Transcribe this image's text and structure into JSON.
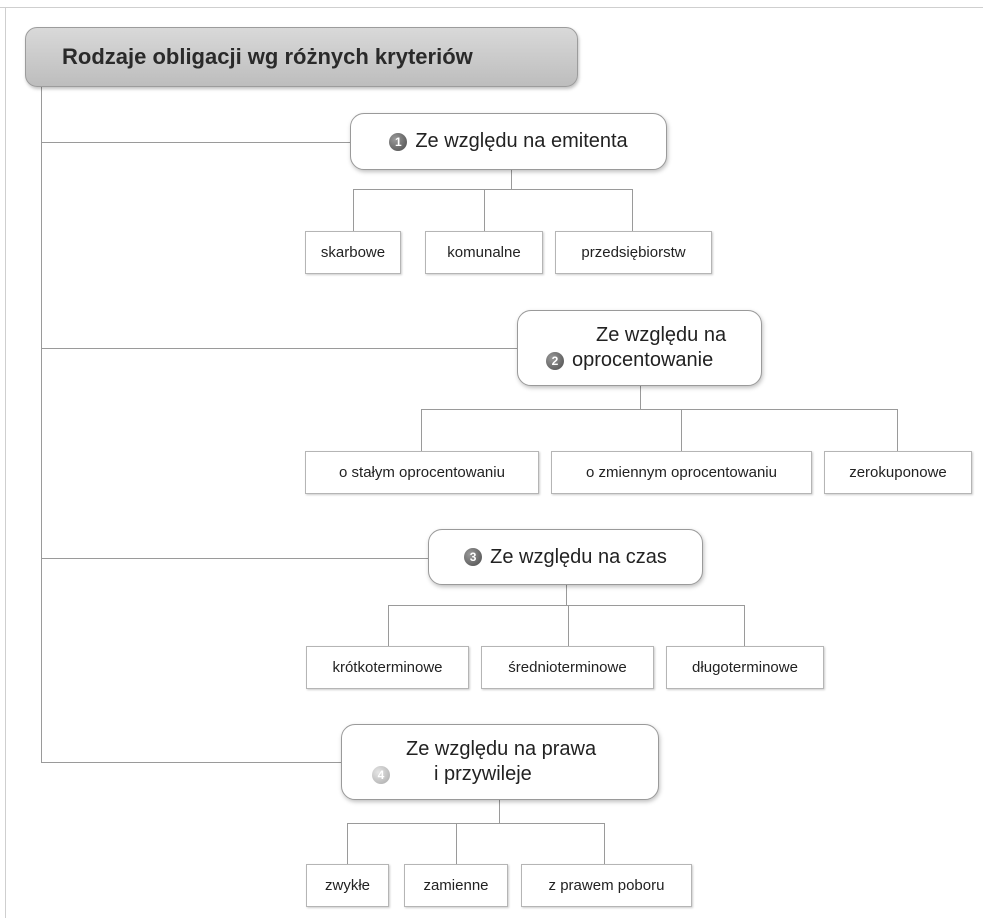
{
  "root": {
    "title": "Rodzaje obligacji wg różnych kryteriów"
  },
  "categories": [
    {
      "number": "1",
      "label": "Ze względu na emitenta",
      "children": [
        "skarbowe",
        "komunalne",
        "przedsiębiorstw"
      ]
    },
    {
      "number": "2",
      "label_line1": "Ze względu na",
      "label_line2": "oprocentowanie",
      "children": [
        "o stałym oprocentowaniu",
        "o zmiennym oprocentowaniu",
        "zerokuponowe"
      ]
    },
    {
      "number": "3",
      "label": "Ze względu na czas",
      "children": [
        "krótkoterminowe",
        "średnioterminowe",
        "długoterminowe"
      ]
    },
    {
      "number": "4",
      "label_line1": "Ze względu na prawa",
      "label_line2": "i przywileje",
      "children": [
        "zwykłe",
        "zamienne",
        "z prawem poboru"
      ]
    }
  ]
}
